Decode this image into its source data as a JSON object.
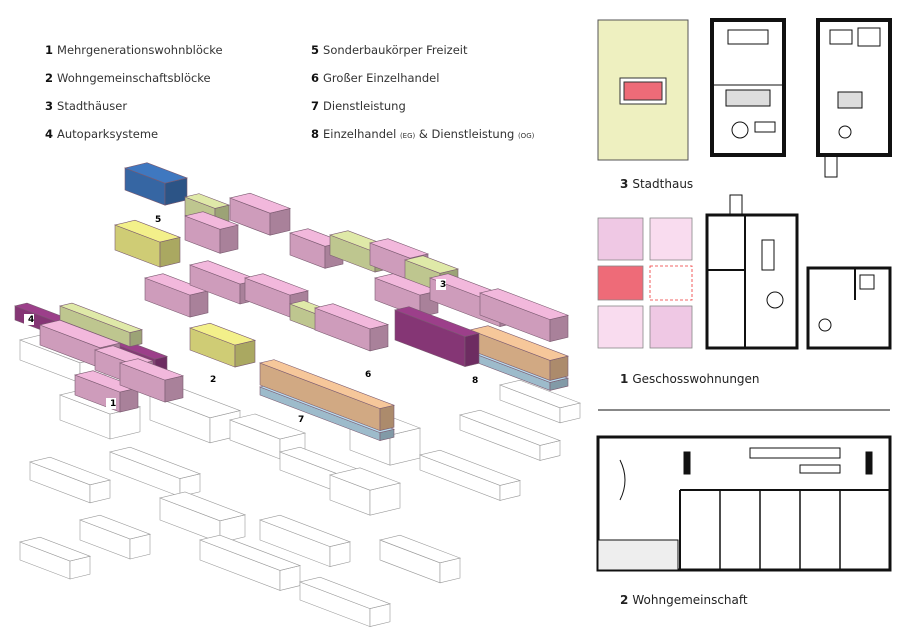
{
  "legend": {
    "items": [
      {
        "num": "1",
        "label": "Mehrgenerationswohnblöcke"
      },
      {
        "num": "2",
        "label": "Wohngemeinschaftsblöcke"
      },
      {
        "num": "3",
        "label": "Stadthäuser"
      },
      {
        "num": "4",
        "label": "Autoparksysteme"
      },
      {
        "num": "5",
        "label": "Sonderbaukörper Freizeit"
      },
      {
        "num": "6",
        "label": "Großer Einzelhandel"
      },
      {
        "num": "7",
        "label": "Dienstleistung"
      },
      {
        "num": "8",
        "label": "Einzelhandel",
        "sub1": "(EG)",
        "amp": "&",
        "label2": "Dienstleistung",
        "sub2": "(OG)"
      }
    ]
  },
  "captions": {
    "stadthaus": {
      "num": "3",
      "label": "Stadthaus"
    },
    "geschoss": {
      "num": "1",
      "label": "Geschosswohnungen"
    },
    "wg": {
      "num": "2",
      "label": "Wohngemeinschaft"
    }
  },
  "markers": [
    "1",
    "2",
    "3",
    "4",
    "5",
    "6",
    "7",
    "8"
  ],
  "colors": {
    "pink": "#f2b8dc",
    "magenta": "#9c3f8a",
    "yellow": "#f3f08a",
    "green": "#dfe9a8",
    "blue": "#3f78c0",
    "orange": "#f6c79a",
    "lightblue": "#b9dcef",
    "red": "#ee6b78",
    "sage": "#eef0c0"
  }
}
